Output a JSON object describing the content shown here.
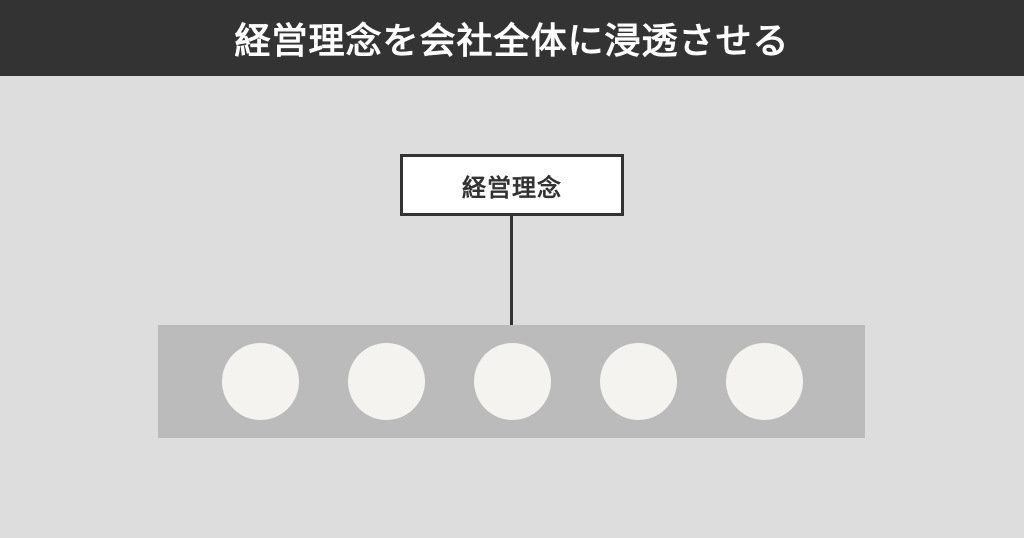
{
  "header": {
    "title": "経営理念を会社全体に浸透させる"
  },
  "diagram": {
    "top_node": {
      "label": "経営理念"
    },
    "organization_band": {
      "member_count": 5,
      "members": [
        {
          "shape": "circle"
        },
        {
          "shape": "circle"
        },
        {
          "shape": "circle"
        },
        {
          "shape": "circle"
        },
        {
          "shape": "circle"
        }
      ]
    }
  },
  "colors": {
    "header_bg": "#333333",
    "page_bg": "#dddddd",
    "band_bg": "#bbbbbb",
    "circle_fill": "#f4f3f0",
    "box_border": "#333333",
    "box_fill": "#ffffff"
  }
}
